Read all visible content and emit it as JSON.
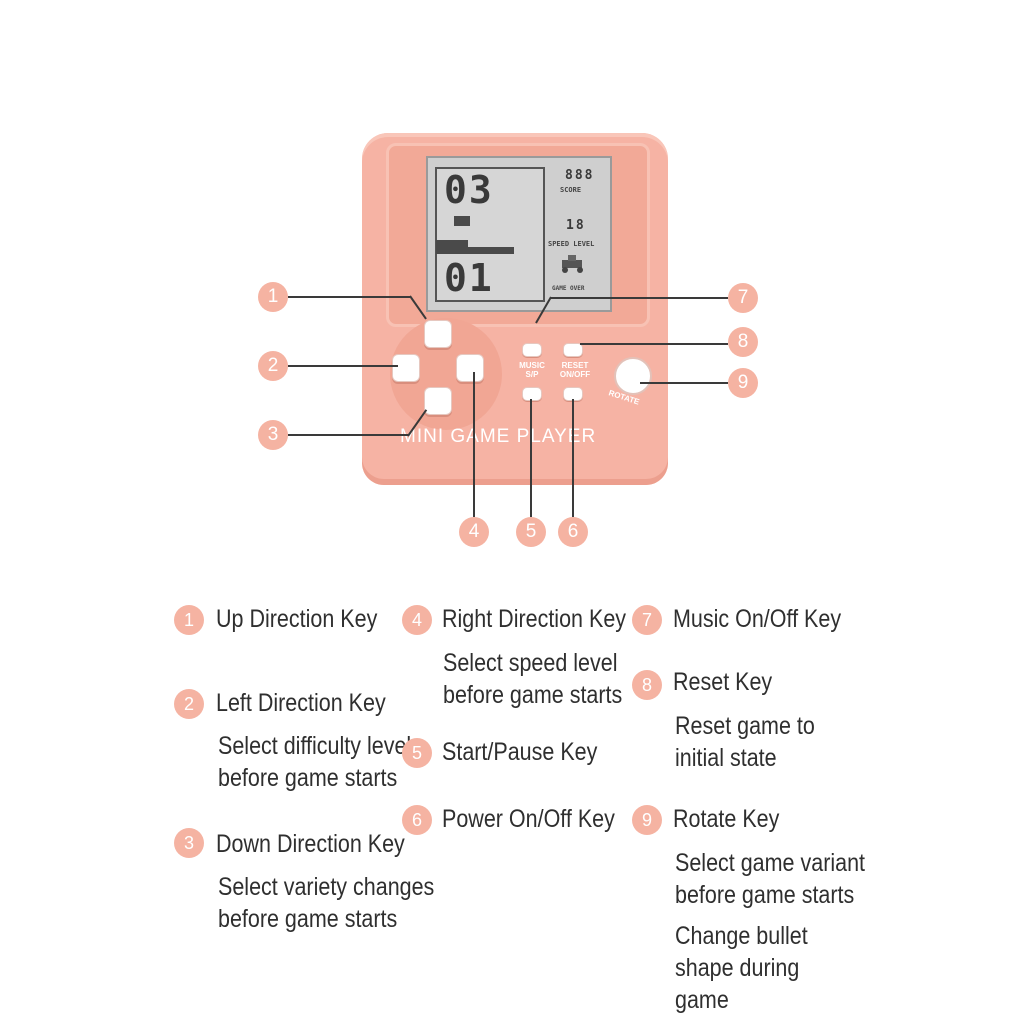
{
  "device": {
    "brand": "MINI GAME PLAYER",
    "keys": {
      "music_label_1": "MUSIC",
      "music_label_2": "S/P",
      "reset_label_1": "RESET",
      "reset_label_2": "ON/OFF",
      "rotate_label": "ROTATE"
    },
    "screen": {
      "top_digits": "03",
      "bottom_digits": "01",
      "score_digits": "888",
      "score_label": "SCORE",
      "level_digits": "18",
      "speed_label": "SPEED LEVEL",
      "game_over_label": "GAME OVER"
    },
    "color": "#f6b3a4"
  },
  "callouts": [
    "1",
    "2",
    "3",
    "4",
    "5",
    "6",
    "7",
    "8",
    "9"
  ],
  "legend": {
    "col1": [
      {
        "num": "1",
        "title": "Up Direction Key",
        "desc": []
      },
      {
        "num": "2",
        "title": "Left Direction Key",
        "desc": [
          "Select difficulty level",
          "before game starts"
        ]
      },
      {
        "num": "3",
        "title": "Down Direction Key",
        "desc": [
          "Select variety changes",
          "before game starts"
        ]
      }
    ],
    "col2": [
      {
        "num": "4",
        "title": "Right Direction Key",
        "desc": [
          "Select speed level",
          "before game starts"
        ]
      },
      {
        "num": "5",
        "title": "Start/Pause Key",
        "desc": []
      },
      {
        "num": "6",
        "title": "Power On/Off Key",
        "desc": []
      }
    ],
    "col3": [
      {
        "num": "7",
        "title": "Music On/Off Key",
        "desc": []
      },
      {
        "num": "8",
        "title": "Reset Key",
        "desc": [
          "Reset game to",
          "initial state"
        ]
      },
      {
        "num": "9",
        "title": "Rotate Key",
        "desc": [
          "Select game variant",
          "before game starts",
          "Change bullet",
          "shape during",
          "game"
        ]
      }
    ]
  },
  "badge_color": "#f5b3a2"
}
